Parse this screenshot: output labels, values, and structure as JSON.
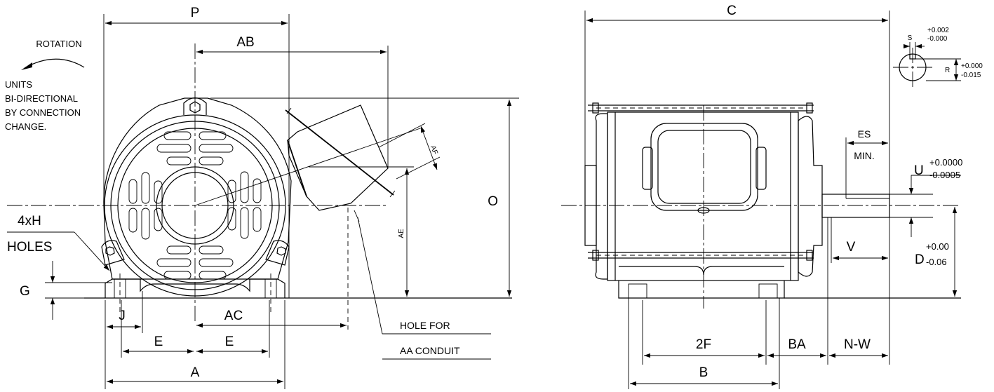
{
  "front_view": {
    "rotation_label": "ROTATION",
    "units_note": [
      "UNITS",
      "BI-DIRECTIONAL",
      "BY CONNECTION",
      "CHANGE."
    ],
    "dim_P": "P",
    "dim_AB": "AB",
    "dim_AF": "AF",
    "dim_AE": "AE",
    "dim_O": "O",
    "dim_G": "G",
    "dim_J": "J",
    "dim_AC": "AC",
    "dim_E_left": "E",
    "dim_E_right": "E",
    "dim_A": "A",
    "holes_label_1": "4xH",
    "holes_label_2": "HOLES",
    "conduit_label_1": "HOLE FOR",
    "conduit_label_2": "AA CONDUIT"
  },
  "side_view": {
    "dim_C": "C",
    "dim_ES": "ES",
    "es_min": "MIN.",
    "dim_U": "U",
    "u_tol_plus": "+0.0000",
    "u_tol_minus": "-0.0005",
    "dim_V": "V",
    "dim_D": "D",
    "d_tol_plus": "+0.00",
    "d_tol_minus": "-0.06",
    "dim_2F": "2F",
    "dim_BA": "BA",
    "dim_NW": "N-W",
    "dim_B": "B"
  },
  "key_detail": {
    "dim_S": "S",
    "s_tol_plus": "+0.002",
    "s_tol_minus": "-0.000",
    "dim_R": "R",
    "r_tol_plus": "+0.000",
    "r_tol_minus": "-0.015"
  }
}
